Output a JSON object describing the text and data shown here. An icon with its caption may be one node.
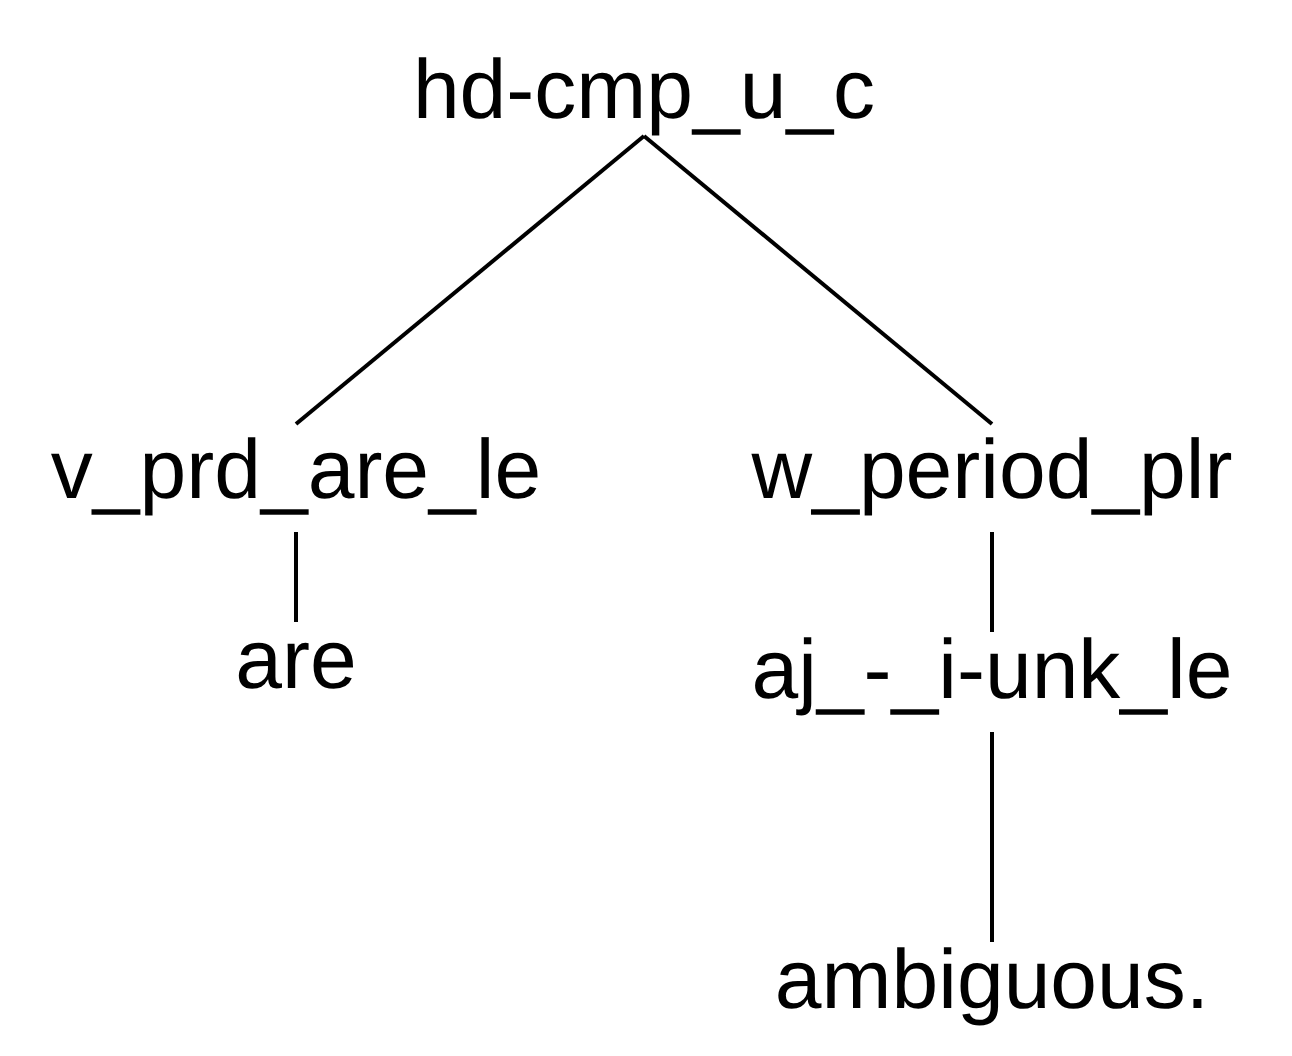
{
  "diagram": {
    "nodes": [
      {
        "text": [
          "hd-cmp_u_c"
        ]
      },
      {
        "text": [
          "v_prd_are_le"
        ]
      },
      {
        "text": [
          "w_period_plr"
        ]
      },
      {
        "text": [
          "are"
        ]
      },
      {
        "text": [
          "aj_-_i-unk_le"
        ]
      },
      {
        "text": [
          "ambiguous."
        ]
      }
    ],
    "edges": [
      {
        "from": 0,
        "to": 1,
        "arrow": "none"
      },
      {
        "from": 0,
        "to": 2,
        "arrow": "none"
      },
      {
        "from": 1,
        "to": 3,
        "arrow": "none"
      },
      {
        "from": 2,
        "to": 4,
        "arrow": "none"
      },
      {
        "from": 4,
        "to": 5,
        "arrow": "none"
      }
    ]
  }
}
